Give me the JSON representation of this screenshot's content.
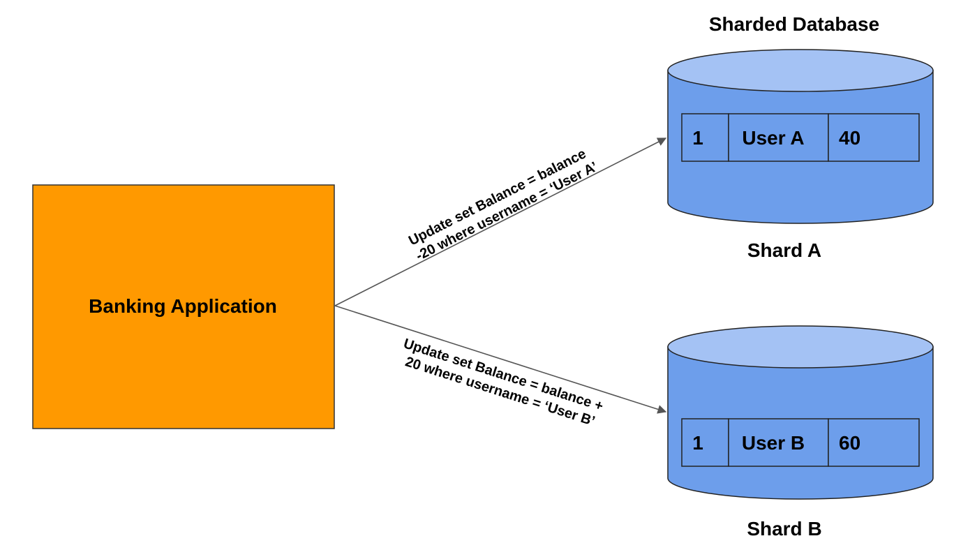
{
  "title": "Sharded Database",
  "app": {
    "label": "Banking Application",
    "color": "#FF9900"
  },
  "colors": {
    "cylinder_body": "#6D9EEB",
    "cylinder_top": "#A4C2F4",
    "stroke": "#222222"
  },
  "arrows": [
    {
      "line1": "Update set Balance = balance",
      "line2": "-20 where username = ‘User A’"
    },
    {
      "line1": "Update set Balance = balance +",
      "line2": "20 where username = ‘User B’"
    }
  ],
  "shards": [
    {
      "label": "Shard A",
      "row": {
        "id": "1",
        "user": "User A",
        "balance": "40"
      }
    },
    {
      "label": "Shard B",
      "row": {
        "id": "1",
        "user": "User B",
        "balance": "60"
      }
    }
  ]
}
